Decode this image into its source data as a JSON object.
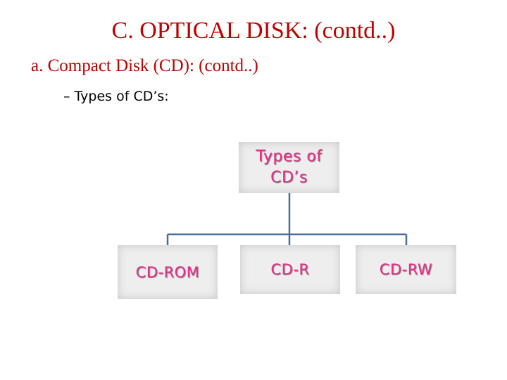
{
  "slide": {
    "title": "C. OPTICAL DISK: (contd..)",
    "subtitle": "a.  Compact Disk (CD): (contd..)",
    "bullet": "– Types of CD’s:"
  },
  "diagram": {
    "root": "Types of CD’s",
    "children": [
      "CD-ROM",
      "CD-R",
      "CD-RW"
    ]
  },
  "colors": {
    "heading": "#c00000",
    "node_text": "#ea2e8a",
    "node_fill": "#eeeeee",
    "connector": "#4a6e9a"
  }
}
